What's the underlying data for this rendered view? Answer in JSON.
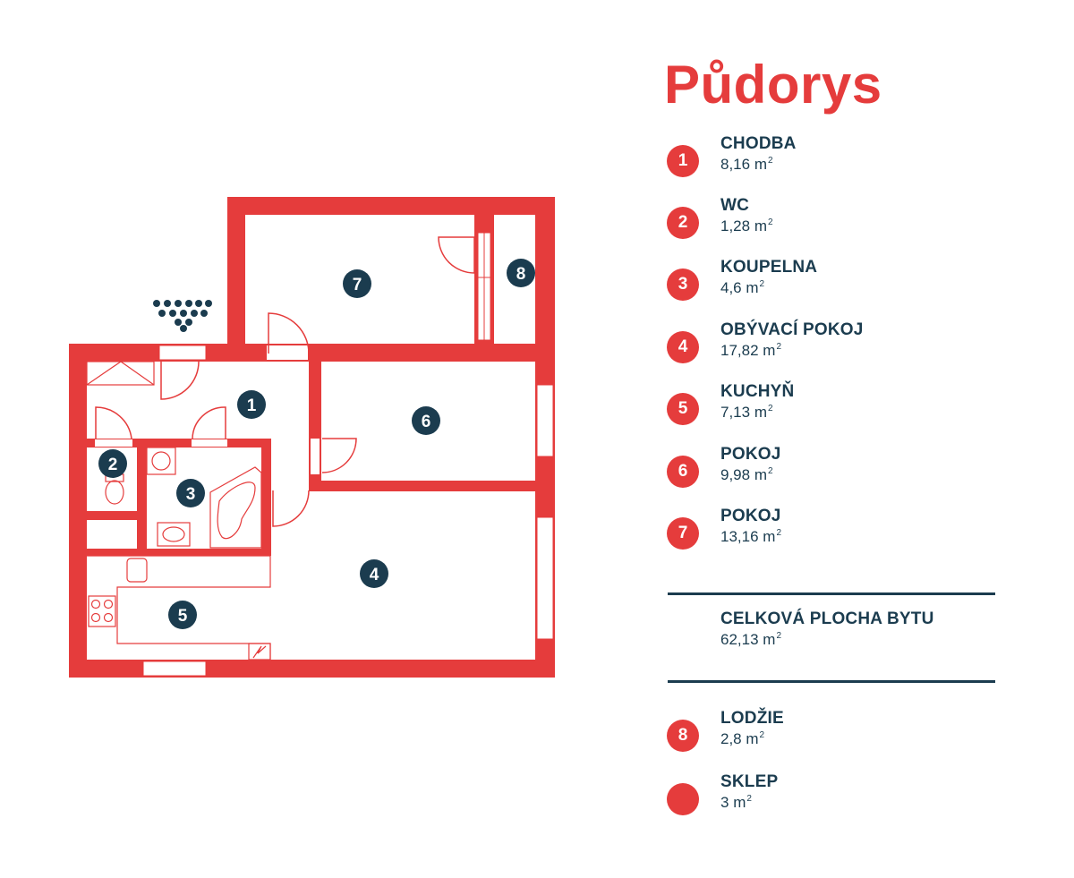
{
  "title": "Půdorys",
  "unit": {
    "base": "m",
    "exp": "2"
  },
  "rooms": [
    {
      "num": "1",
      "name": "CHODBA",
      "area": "8,16"
    },
    {
      "num": "2",
      "name": "WC",
      "area": "1,28"
    },
    {
      "num": "3",
      "name": "KOUPELNA",
      "area": "4,6"
    },
    {
      "num": "4",
      "name": "OBÝVACÍ POKOJ",
      "area": "17,82"
    },
    {
      "num": "5",
      "name": "KUCHYŇ",
      "area": "7,13"
    },
    {
      "num": "6",
      "name": "POKOJ",
      "area": "9,98"
    },
    {
      "num": "7",
      "name": "POKOJ",
      "area": "13,16"
    }
  ],
  "total": {
    "name": "CELKOVÁ PLOCHA BYTU",
    "area": "62,13"
  },
  "extras": [
    {
      "num": "8",
      "name": "LODŽIE",
      "area": "2,8"
    },
    {
      "num": "",
      "name": "SKLEP",
      "area": "3"
    }
  ],
  "colors": {
    "wall": "#e53c3c",
    "badge_dark": "#1b3c4f",
    "text": "#1b3c4f"
  }
}
